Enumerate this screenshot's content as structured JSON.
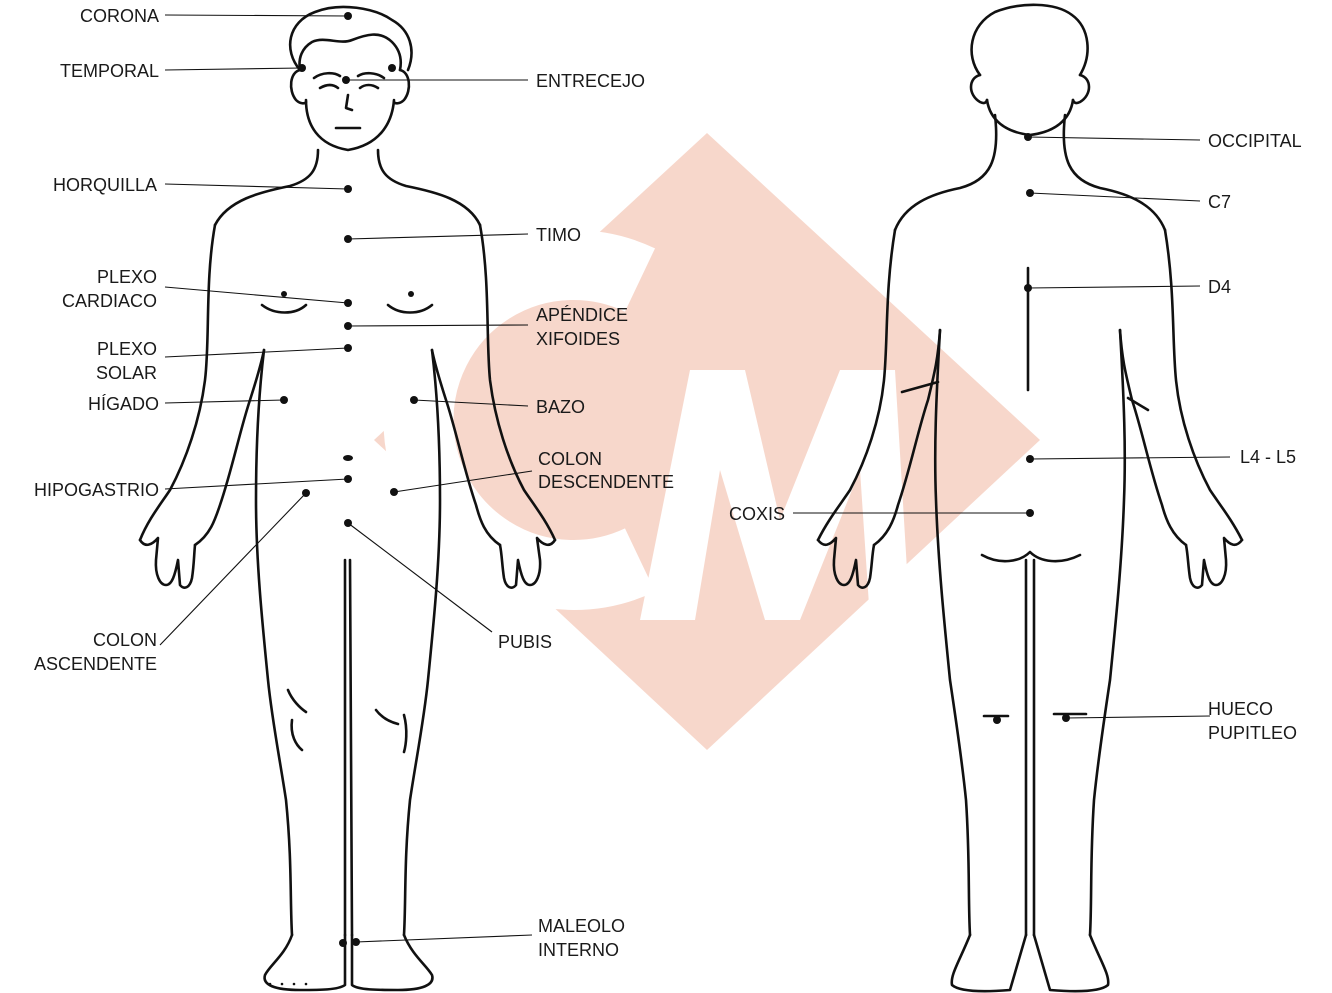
{
  "colors": {
    "watermark": "#f7d7cb",
    "ink": "#111111",
    "background": "#ffffff"
  },
  "watermark": {
    "text": "CM"
  },
  "front_view": {
    "points": [
      {
        "id": "corona",
        "label": "CORONA"
      },
      {
        "id": "temporal",
        "label": "TEMPORAL"
      },
      {
        "id": "entrecejo",
        "label": "ENTRECEJO"
      },
      {
        "id": "horquilla",
        "label": "HORQUILLA"
      },
      {
        "id": "timo",
        "label": "TIMO"
      },
      {
        "id": "plexo-cardiaco",
        "label": [
          "PLEXO",
          "CARDIACO"
        ]
      },
      {
        "id": "apendice-xifoides",
        "label": [
          "APÉNDICE",
          "XIFOIDES"
        ]
      },
      {
        "id": "plexo-solar",
        "label": [
          "PLEXO",
          "SOLAR"
        ]
      },
      {
        "id": "higado",
        "label": "HÍGADO"
      },
      {
        "id": "bazo",
        "label": "BAZO"
      },
      {
        "id": "colon-descendente",
        "label": [
          "COLON",
          "DESCENDENTE"
        ]
      },
      {
        "id": "hipogastrio",
        "label": "HIPOGASTRIO"
      },
      {
        "id": "pubis",
        "label": "PUBIS"
      },
      {
        "id": "colon-ascendente",
        "label": [
          "COLON",
          "ASCENDENTE"
        ]
      },
      {
        "id": "maleolo-interno",
        "label": [
          "MALEOLO",
          "INTERNO"
        ]
      }
    ]
  },
  "back_view": {
    "points": [
      {
        "id": "occipital",
        "label": "OCCIPITAL"
      },
      {
        "id": "c7",
        "label": "C7"
      },
      {
        "id": "d4",
        "label": "D4"
      },
      {
        "id": "l4-l5",
        "label": "L4 - L5"
      },
      {
        "id": "coxis",
        "label": "COXIS"
      },
      {
        "id": "hueco-pupitleo",
        "label": [
          "HUECO",
          "PUPITLEO"
        ]
      }
    ]
  }
}
